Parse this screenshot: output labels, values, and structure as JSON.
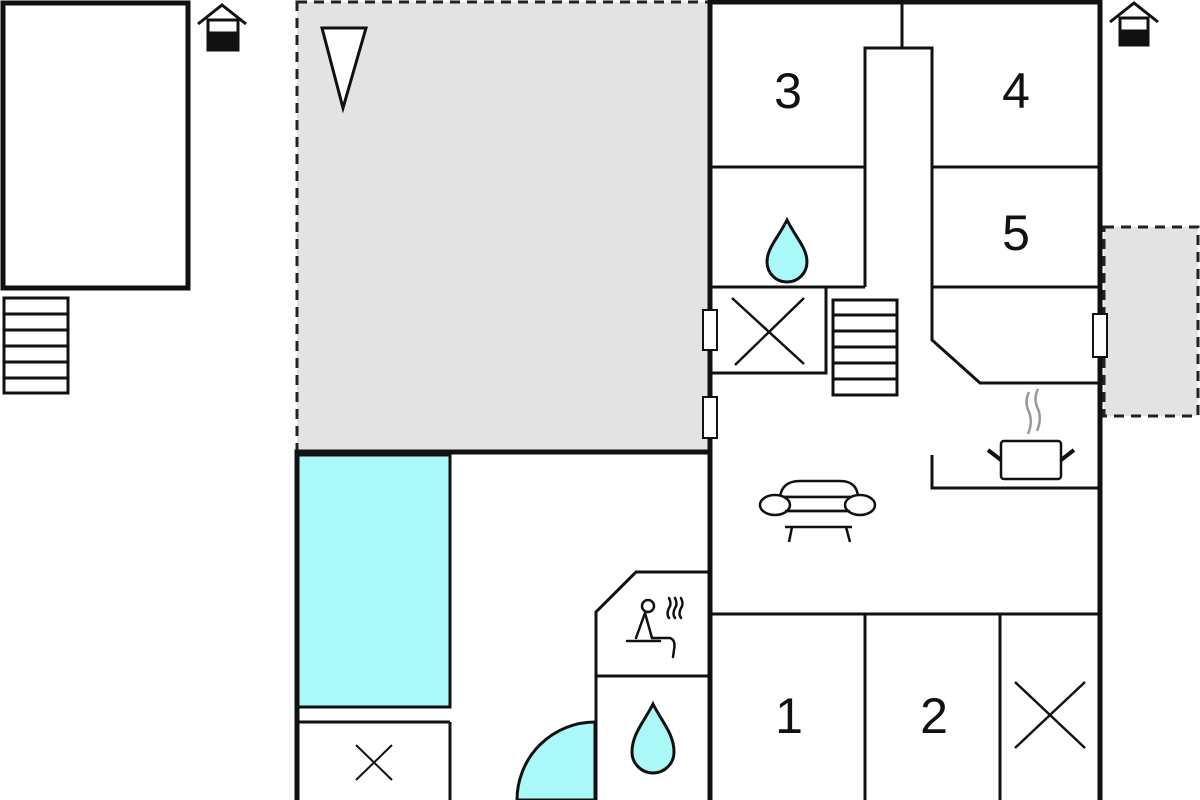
{
  "rooms": {
    "bedroom_1": "1",
    "bedroom_2": "2",
    "bedroom_3": "3",
    "bedroom_4": "4",
    "bedroom_5": "5"
  },
  "colors": {
    "wall": "#111111",
    "terrace": "#e3e3e3",
    "water": "#aaf8f8",
    "steam": "#999999"
  },
  "icons": [
    "house-icon",
    "stairs-icon",
    "compass-icon",
    "water-drop-icon",
    "sauna-icon",
    "sofa-icon",
    "cooking-pot-icon",
    "storage-x-icon",
    "door-swing-icon",
    "window-icon"
  ]
}
